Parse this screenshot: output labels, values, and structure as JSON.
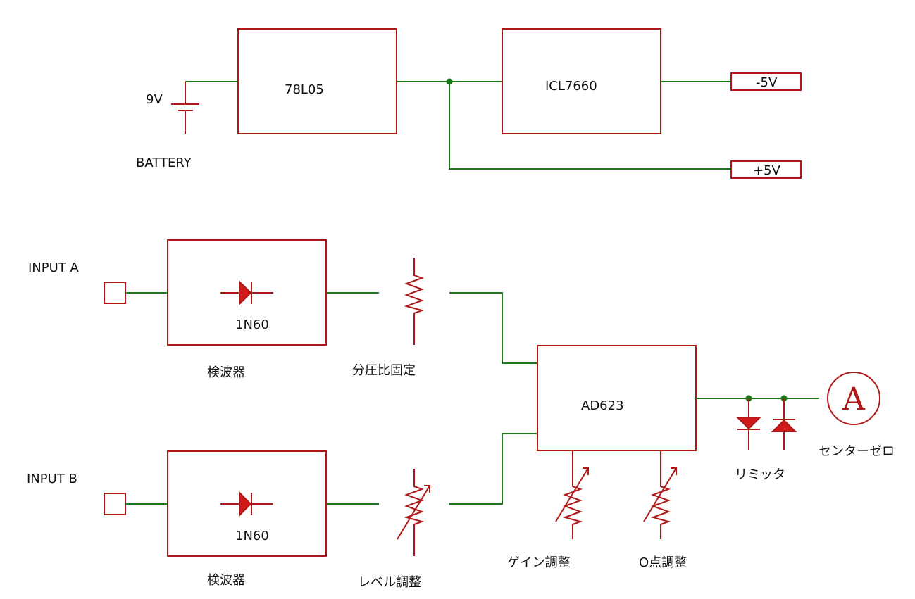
{
  "power": {
    "battery_voltage": "9V",
    "battery_label": "BATTERY",
    "regulator": "78L05",
    "converter": "ICL7660",
    "out_negative": "-5V",
    "out_positive": "+5V"
  },
  "channel_a": {
    "input_label": "INPUT A",
    "diode": "1N60",
    "detector_label": "検波器",
    "divider_label": "分圧比固定"
  },
  "channel_b": {
    "input_label": "INPUT B",
    "diode": "1N60",
    "detector_label": "検波器",
    "level_label": "レベル調整"
  },
  "amp": {
    "name": "AD623",
    "gain_label": "ゲイン調整",
    "zero_label": "O点調整"
  },
  "output": {
    "limiter_label": "リミッタ",
    "meter_symbol": "A",
    "meter_label": "センターゼロ"
  }
}
